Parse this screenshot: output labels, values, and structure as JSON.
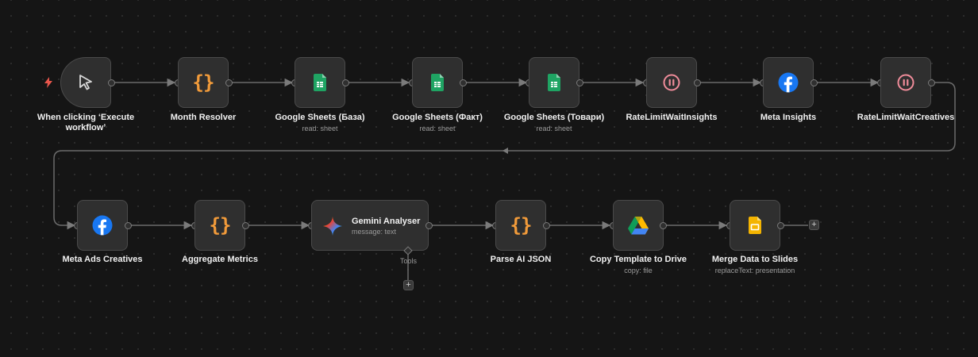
{
  "workflow": {
    "nodes": {
      "trigger": {
        "label": "When clicking ‘Execute workflow’",
        "icon": "cursor-icon"
      },
      "month_resolver": {
        "label": "Month Resolver",
        "icon": "braces-icon"
      },
      "sheets_baza": {
        "label": "Google Sheets (База)",
        "sub": "read: sheet",
        "icon": "google-sheets-icon"
      },
      "sheets_fakt": {
        "label": "Google Sheets (Факт)",
        "sub": "read: sheet",
        "icon": "google-sheets-icon"
      },
      "sheets_tovary": {
        "label": "Google Sheets (Товари)",
        "sub": "read: sheet",
        "icon": "google-sheets-icon"
      },
      "wait_insights": {
        "label": "RateLimitWaitInsights",
        "icon": "pause-icon"
      },
      "meta_insights": {
        "label": "Meta Insights",
        "icon": "facebook-icon"
      },
      "wait_creatives": {
        "label": "RateLimitWaitCreatives",
        "icon": "pause-icon"
      },
      "meta_ads_creatives": {
        "label": "Meta Ads Creatives",
        "icon": "facebook-icon"
      },
      "aggregate_metrics": {
        "label": "Aggregate Metrics",
        "icon": "braces-icon"
      },
      "gemini": {
        "label": "Gemini Analyser",
        "sub": "message: text",
        "tools_label": "Tools",
        "icon": "gemini-icon"
      },
      "parse_json": {
        "label": "Parse AI JSON",
        "icon": "braces-icon"
      },
      "copy_template": {
        "label": "Copy Template to Drive",
        "sub": "copy: file",
        "icon": "google-drive-icon"
      },
      "merge_slides": {
        "label": "Merge Data to Slides",
        "sub": "replaceText: presentation",
        "icon": "google-slides-icon"
      }
    },
    "plus_symbol": "+",
    "braces_symbol": "{}",
    "colors": {
      "background": "#151515",
      "node": "#2f2f2f",
      "edge": "#6b6b6b",
      "trigger_bolt": "#e8564c",
      "braces": "#f29b3a",
      "pause": "#f08c9a",
      "facebook": "#1877f2",
      "sheets": "#1fa463"
    }
  }
}
